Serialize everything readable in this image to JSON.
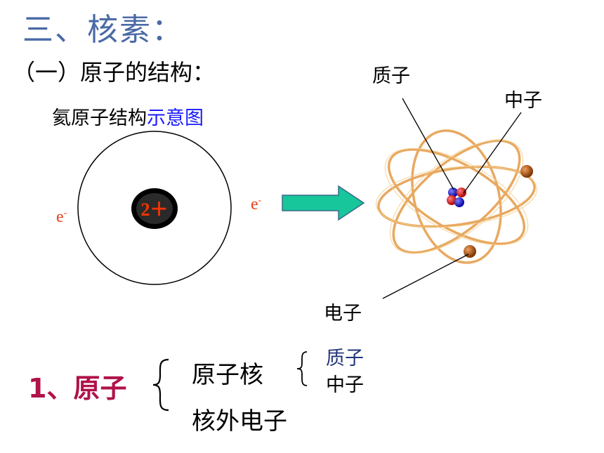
{
  "title": "三、核素：",
  "subtitle": "（一）原子的结构：",
  "diagram": {
    "caption_black": "氦原子结构",
    "caption_blue": "示意图",
    "nucleus_charge": "2＋",
    "electron_symbol": "e",
    "electron_sup": "-"
  },
  "atom_model": {
    "proton_label": "质子",
    "neutron_label": "中子",
    "electron_label": "电子"
  },
  "classification": {
    "prefix": "1、原子",
    "nucleus": "原子核",
    "outer_electrons": "核外电子",
    "proton": "质子",
    "neutron": "中子"
  }
}
